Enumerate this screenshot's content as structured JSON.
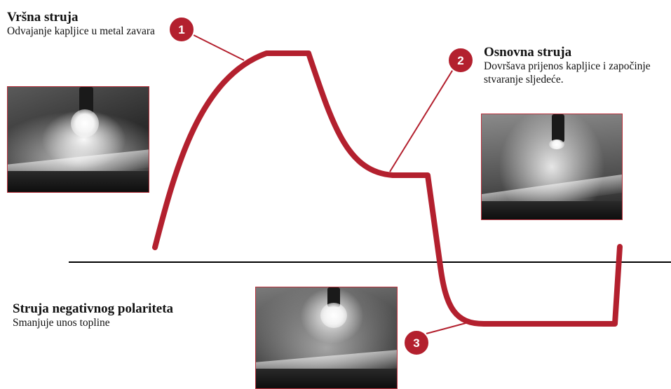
{
  "labels": {
    "peak": {
      "title": "Vršna struja",
      "desc": "Odvajanje kapljice u metal zavara"
    },
    "base": {
      "title": "Osnovna struja",
      "desc": "Dovršava prijenos kapljice i započinje stvaranje sljedeće."
    },
    "negative": {
      "title": "Struja negativnog polariteta",
      "desc": "Smanjuje unos topline"
    }
  },
  "markers": [
    "1",
    "2",
    "3"
  ],
  "colors": {
    "waveform": "#b3202e",
    "marker": "#b3202e",
    "axis": "#000000",
    "photo_border": "#b9313c"
  },
  "photos": [
    "peak-current-arc-photo",
    "base-current-arc-photo",
    "negative-polarity-arc-photo"
  ]
}
